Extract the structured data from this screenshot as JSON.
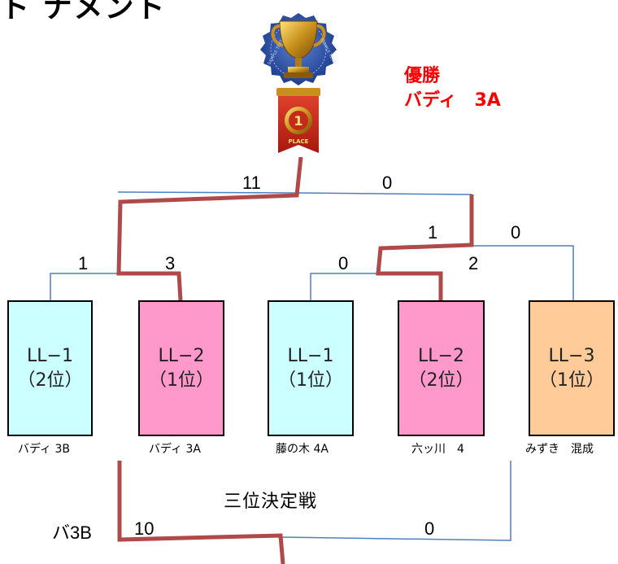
{
  "title_fragment": "ト ナメント",
  "champion": {
    "label": "優勝",
    "team": "バディ　3A"
  },
  "trophy": {
    "badge_number": "1",
    "badge_text": "PLACE",
    "ribbon_text": "SAMPLE TEXT",
    "ribbon_text_2": "SAMPLE TEXT"
  },
  "scores": {
    "final_left": "11",
    "final_right": "0",
    "semi_inner_left": "1",
    "semi_inner_right": "0",
    "qf1_left": "1",
    "qf1_right": "3",
    "qf2_left": "0",
    "qf2_right": "2"
  },
  "teams": [
    {
      "league": "LL−1",
      "rank": "（2位）",
      "name": "バディ 3B",
      "color": "#ccffff"
    },
    {
      "league": "LL−2",
      "rank": "（1位）",
      "name": "バディ 3A",
      "color": "#ff99cc"
    },
    {
      "league": "LL−1",
      "rank": "（1位）",
      "name": "藤の木 4A",
      "color": "#ccffff"
    },
    {
      "league": "LL−2",
      "rank": "（2位）",
      "name": "六ッ川　4",
      "color": "#ff99cc"
    },
    {
      "league": "LL−3",
      "rank": "（1位）",
      "name": "みずき　混成",
      "color": "#ffcc99"
    }
  ],
  "third_place": {
    "title": "三位決定戦",
    "winner_short": "バ3B",
    "score_left": "10",
    "score_right": "0"
  },
  "colors": {
    "winner_line": "#b04a4a",
    "normal_line": "#4f7fc0",
    "champion_text": "#ff0000"
  }
}
